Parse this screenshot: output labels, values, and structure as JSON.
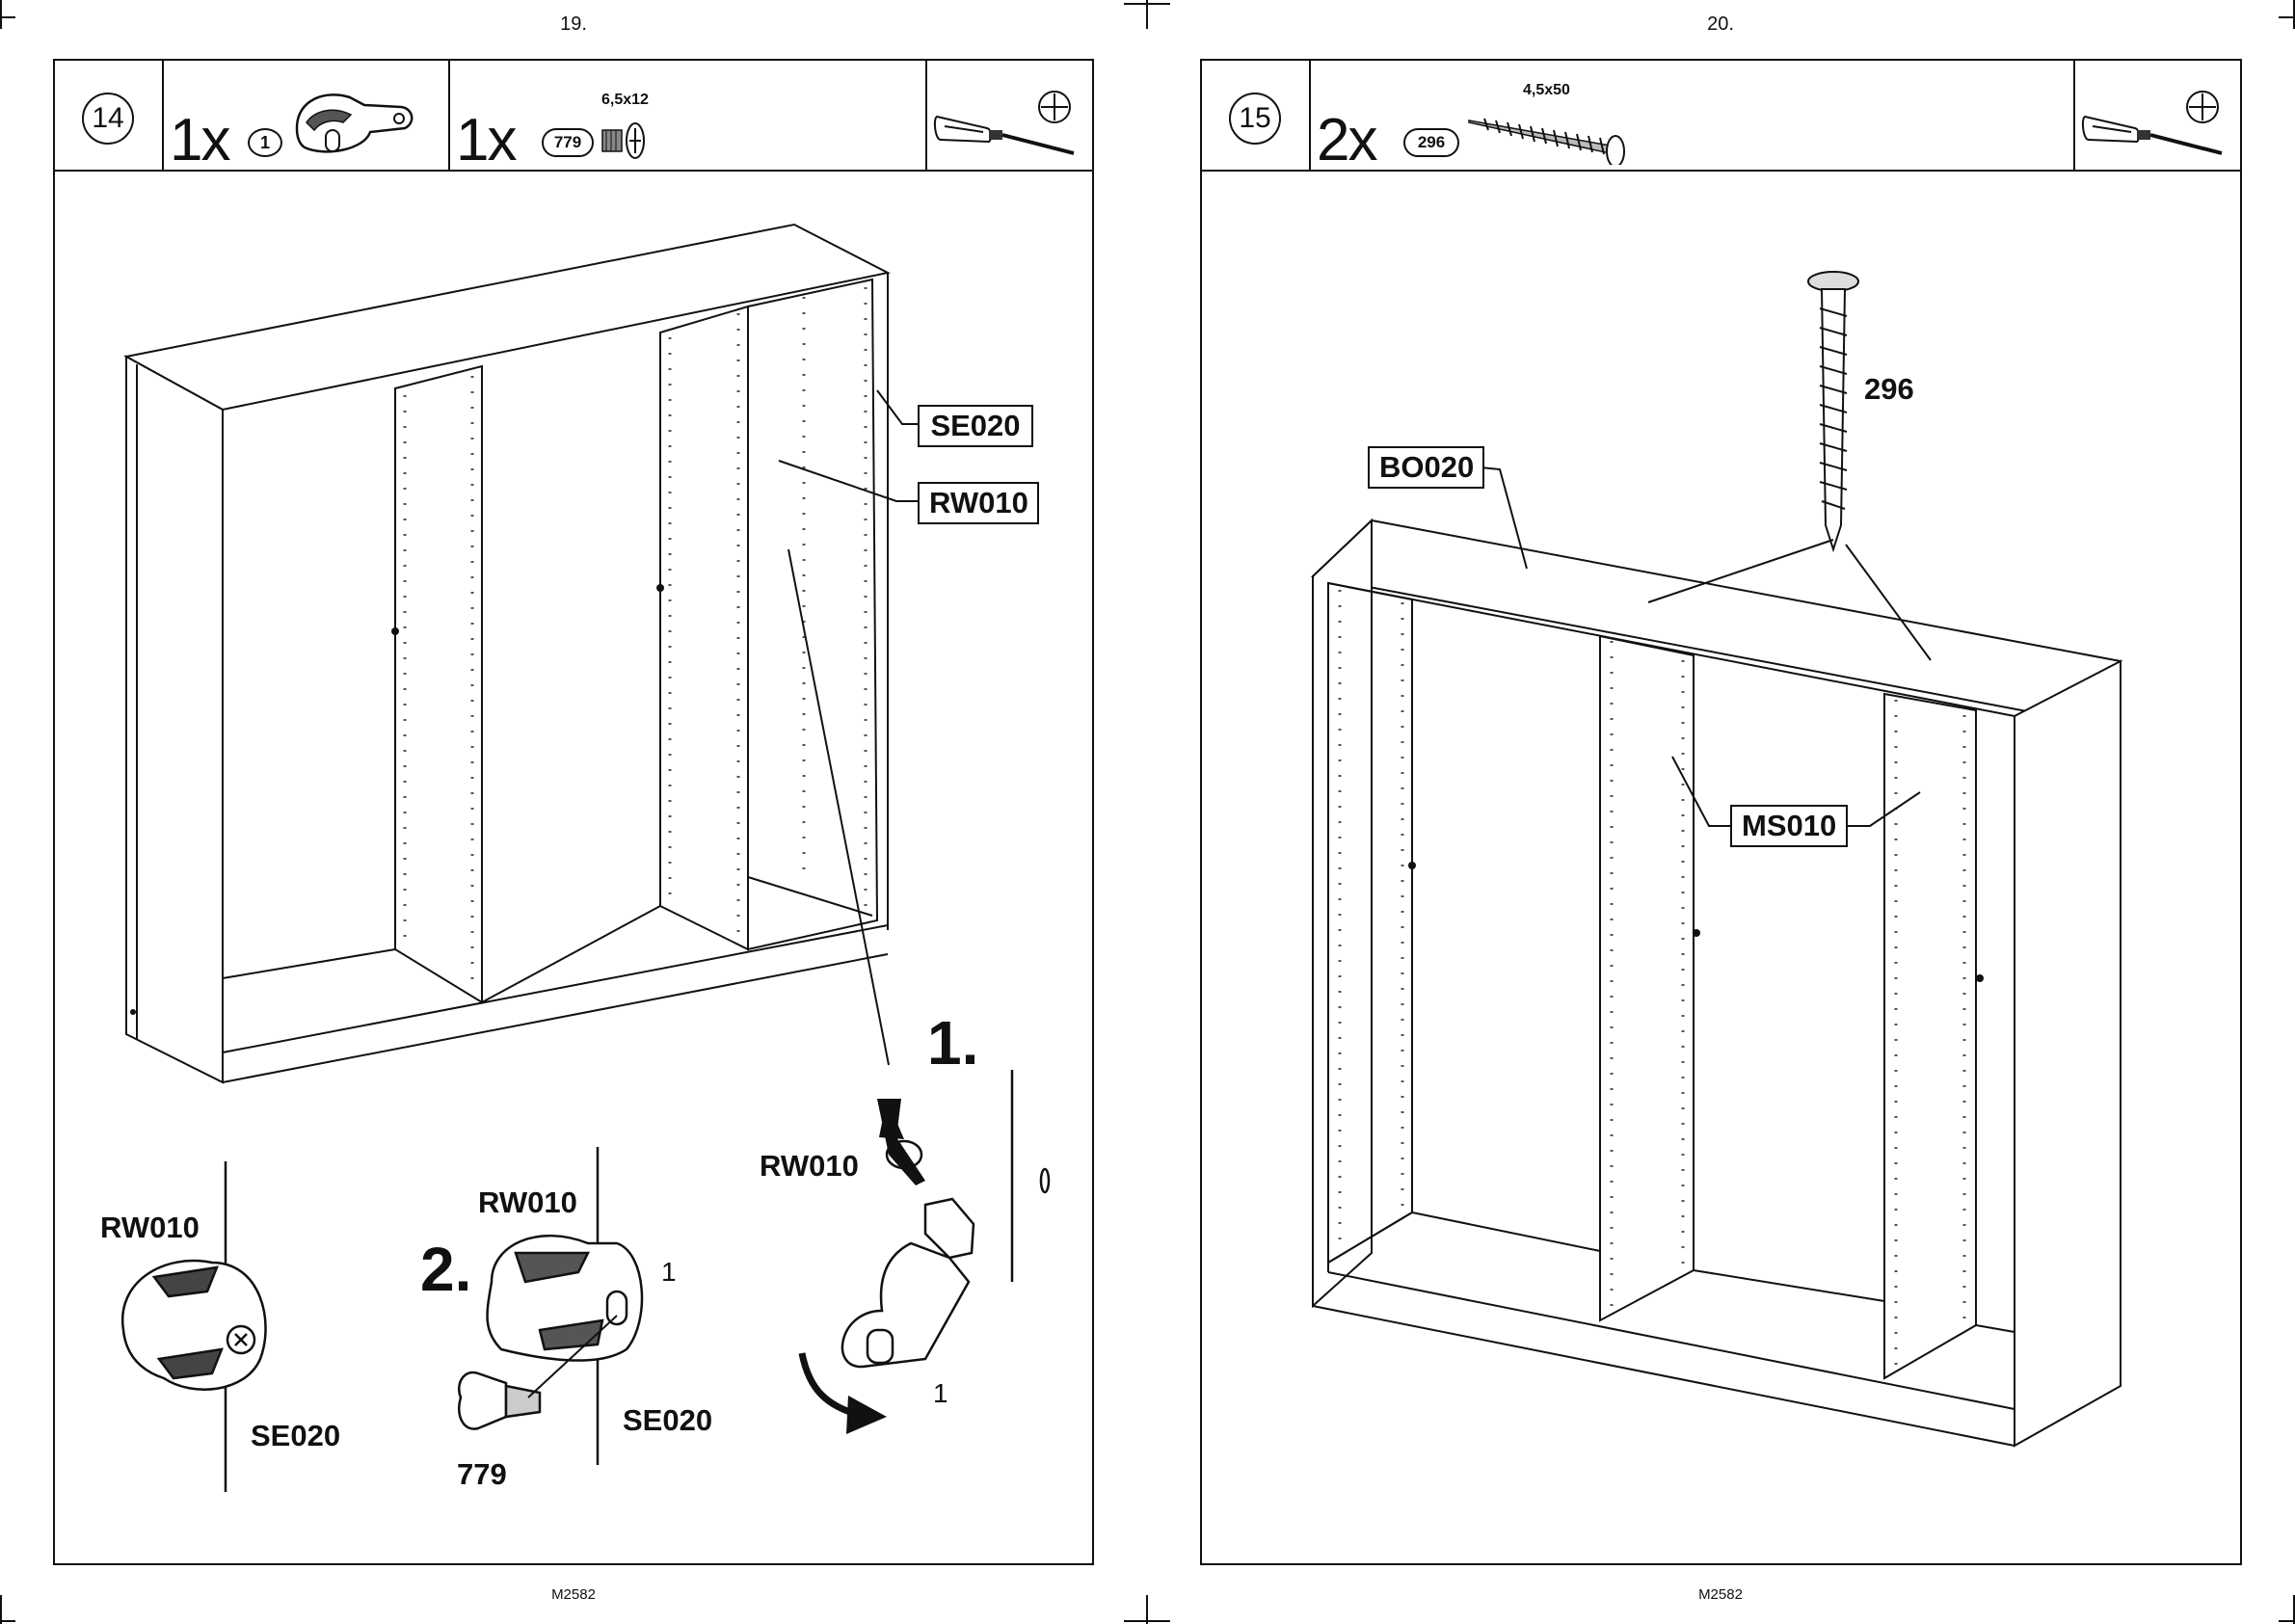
{
  "pages": [
    {
      "page_number": "19.",
      "footer_code": "M2582",
      "step": "14",
      "parts": [
        {
          "qty": "1x",
          "part_no": "1",
          "spec": ""
        },
        {
          "qty": "1x",
          "part_no": "779",
          "spec": "6,5x12"
        }
      ],
      "labels": {
        "se020": "SE020",
        "rw010": "RW010",
        "detail_rw010_a": "RW010",
        "detail_rw010_b": "RW010",
        "detail_rw010_c": "RW010",
        "detail_se020_a": "SE020",
        "detail_se020_b": "SE020",
        "screw_779": "779",
        "step_1": "1.",
        "step_2": "2.",
        "part_1_a": "1",
        "part_1_b": "1"
      }
    },
    {
      "page_number": "20.",
      "footer_code": "M2582",
      "step": "15",
      "parts": [
        {
          "qty": "2x",
          "part_no": "296",
          "spec": "4,5x50"
        }
      ],
      "labels": {
        "bo020": "BO020",
        "ms010": "MS010",
        "screw_296": "296"
      }
    }
  ],
  "tools": [
    "screwdriver-icon",
    "phillips-head-icon"
  ]
}
